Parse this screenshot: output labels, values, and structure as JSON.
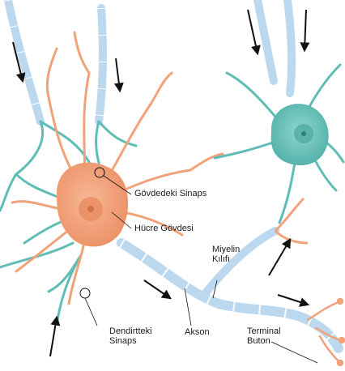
{
  "labels": {
    "soma_synapse": "Gövdedeki Sinaps",
    "cell_body": "Hücre Gövdesi",
    "myelin_line1": "Miyelin",
    "myelin_line2": "Kılıfı",
    "dendrite_synapse_line1": "Dendirtteki",
    "dendrite_synapse_line2": "Sinaps",
    "axon": "Akson",
    "terminal_line1": "Terminal",
    "terminal_line2": "Buton"
  },
  "colors": {
    "neuron_orange": "#f2a27a",
    "neuron_teal": "#5fbdb5",
    "myelin": "#bcd8ee",
    "arrow": "#111111"
  }
}
